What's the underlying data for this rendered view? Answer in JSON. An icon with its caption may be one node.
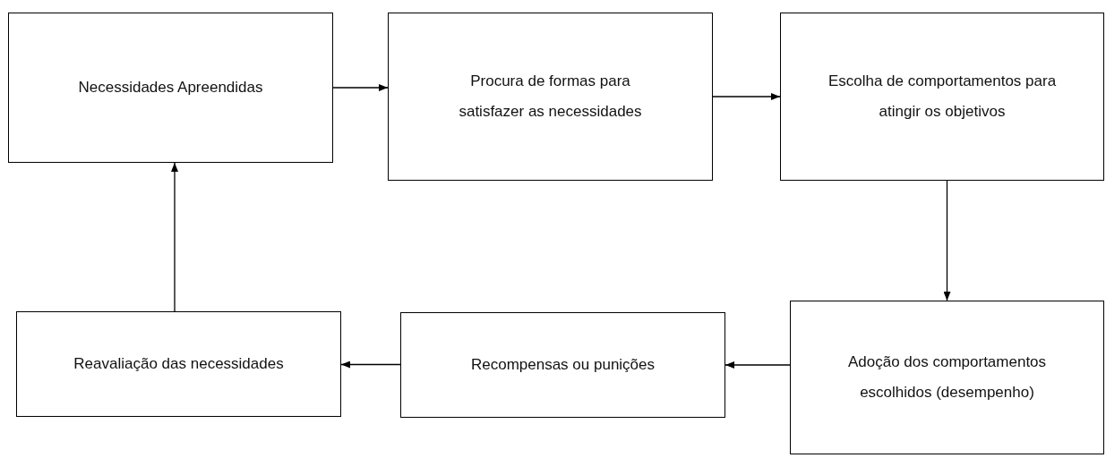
{
  "diagram": {
    "nodes": [
      {
        "text": [
          "Necessidades Apreendidas"
        ]
      },
      {
        "text": [
          "Procura de formas para satisfazer as necessidades"
        ]
      },
      {
        "text": [
          "Escolha de comportamentos para atingir os objetivos"
        ]
      },
      {
        "text": [
          "Adoção dos comportamentos escolhidos (desempenho)"
        ]
      },
      {
        "text": [
          "Recompensas ou punições"
        ]
      },
      {
        "text": [
          "Reavaliação das necessidades"
        ]
      }
    ],
    "edges": [
      {
        "from": 0,
        "to": 1,
        "arrow": "to"
      },
      {
        "from": 1,
        "to": 2,
        "arrow": "to"
      },
      {
        "from": 2,
        "to": 3,
        "arrow": "to"
      },
      {
        "from": 3,
        "to": 4,
        "arrow": "to"
      },
      {
        "from": 4,
        "to": 5,
        "arrow": "to"
      },
      {
        "from": 5,
        "to": 0,
        "arrow": "to"
      }
    ]
  }
}
